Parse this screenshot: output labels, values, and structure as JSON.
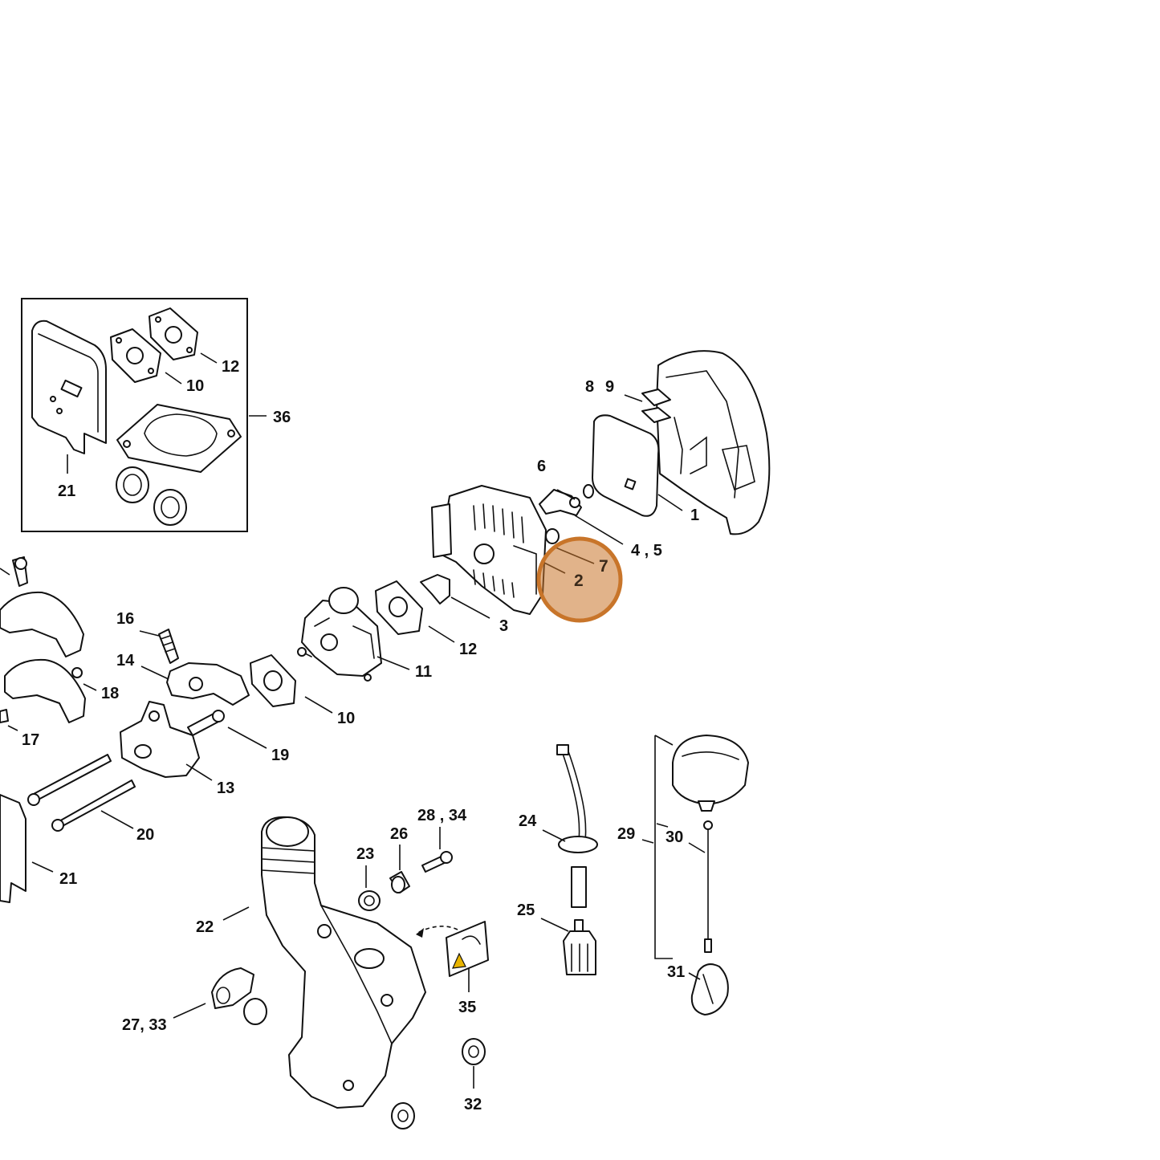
{
  "diagram": {
    "highlight_color": "#c8752a",
    "highlighted_part": "2",
    "labels": {
      "p1": "1",
      "p2": "2",
      "p3": "3",
      "p4_5": "4 , 5",
      "p6": "6",
      "p7": "7",
      "p8": "8",
      "p9": "9",
      "p10_kit": "10",
      "p10": "10",
      "p11": "11",
      "p12_kit": "12",
      "p12": "12",
      "p13": "13",
      "p14": "14",
      "p16": "16",
      "p17": "17",
      "p18": "18",
      "p19": "19",
      "p20": "20",
      "p21_kit": "21",
      "p21": "21",
      "p22": "22",
      "p23": "23",
      "p24": "24",
      "p25": "25",
      "p26": "26",
      "p27_33": "27, 33",
      "p28_34": "28 , 34",
      "p29": "29",
      "p30": "30",
      "p31": "31",
      "p32": "32",
      "p35": "35",
      "p36": "36"
    }
  }
}
